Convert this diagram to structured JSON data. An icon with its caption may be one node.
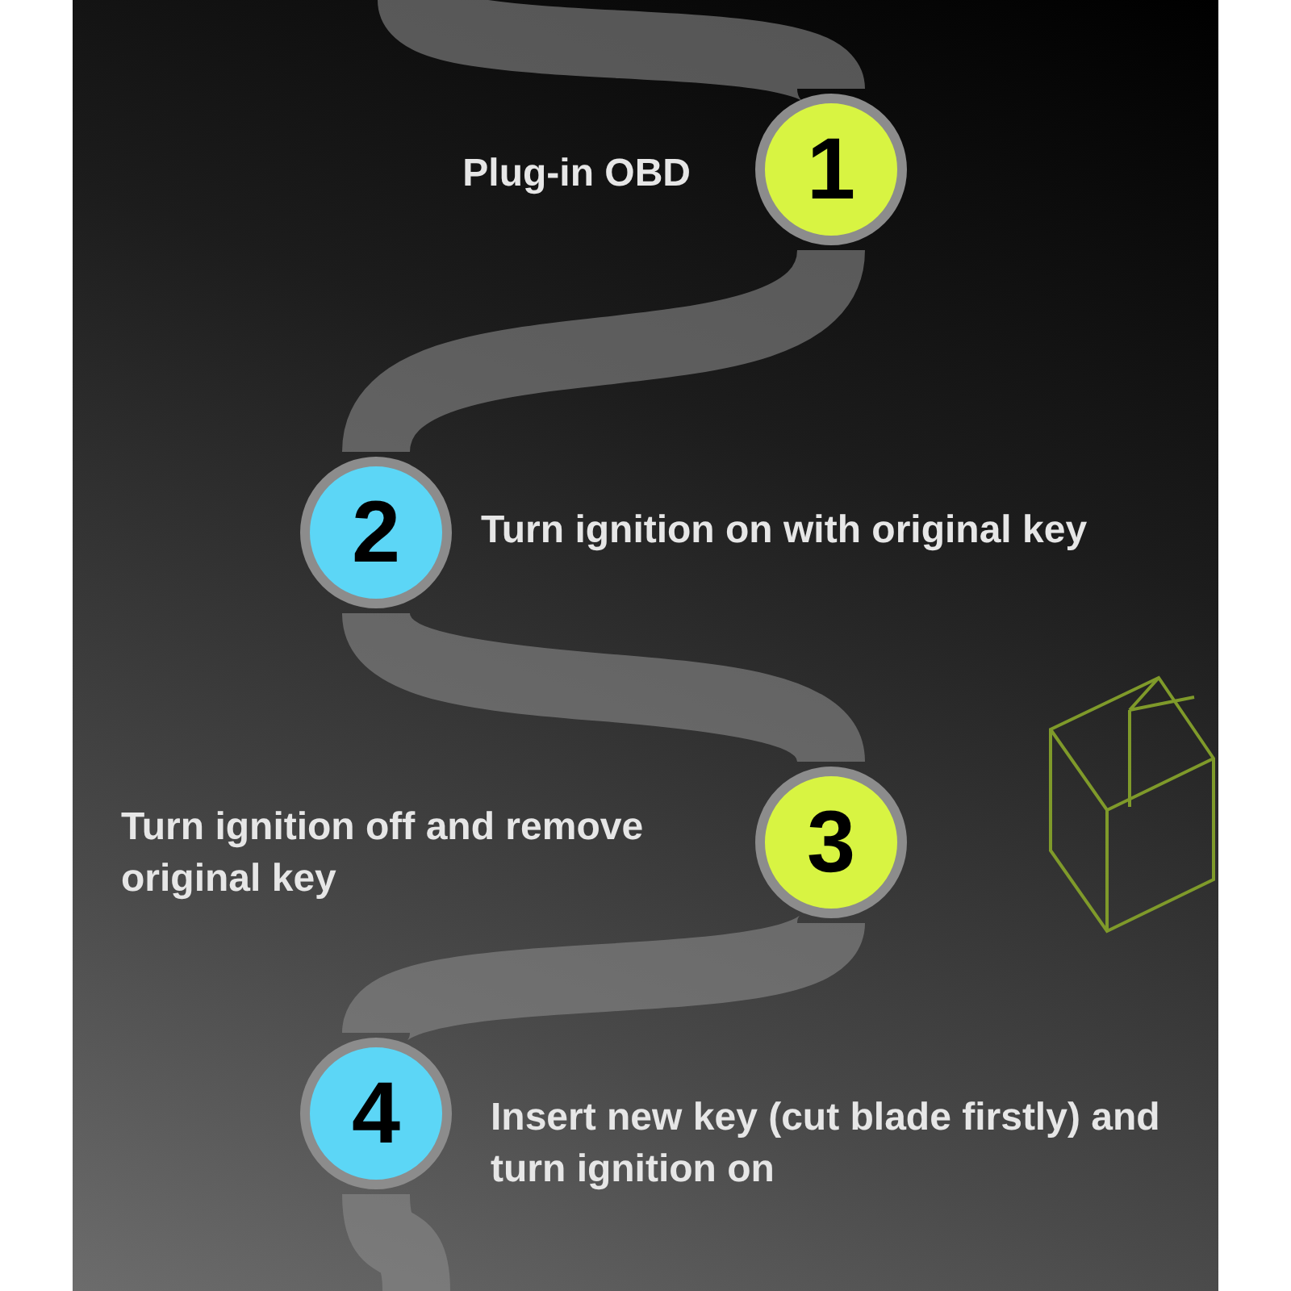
{
  "diagram": {
    "nodes": [
      {
        "text": [
          "1"
        ],
        "beside": [
          "Plug-in OBD"
        ]
      },
      {
        "text": [
          "2"
        ],
        "beside": [
          "Turn ignition on with original key"
        ]
      },
      {
        "text": [
          "3"
        ],
        "beside": [
          "Turn ignition off and remove original key"
        ]
      },
      {
        "text": [
          "4"
        ],
        "beside": [
          "Insert new key (cut blade firstly) and turn ignition on"
        ]
      }
    ],
    "edges": [
      {
        "from": null,
        "to": 0,
        "arrow": "none"
      },
      {
        "from": 0,
        "to": 1,
        "arrow": "none"
      },
      {
        "from": 1,
        "to": 2,
        "arrow": "none"
      },
      {
        "from": 2,
        "to": 3,
        "arrow": "none"
      },
      {
        "from": 3,
        "to": null,
        "arrow": "none"
      }
    ]
  }
}
